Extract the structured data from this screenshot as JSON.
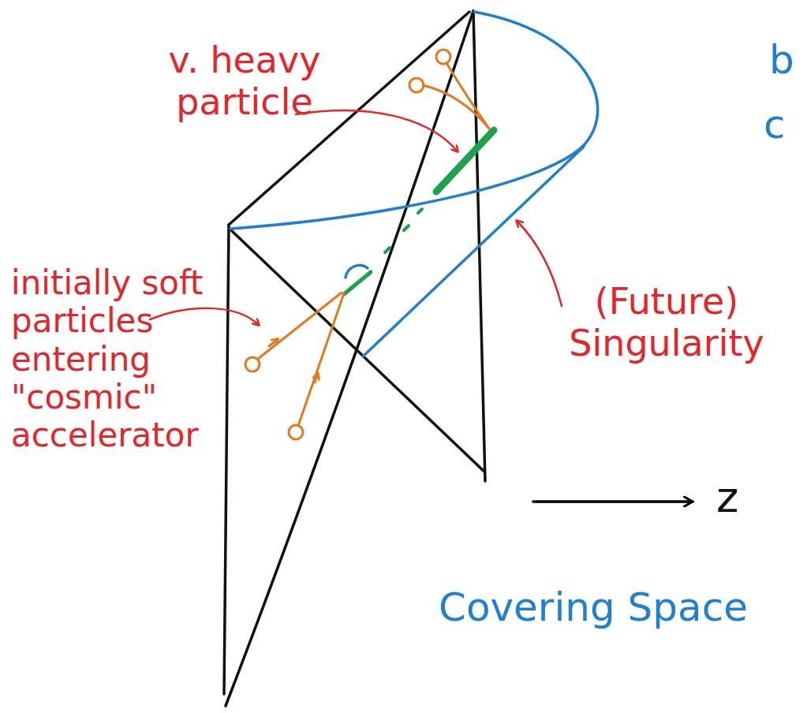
{
  "diagram": {
    "labels": [
      "v. heavy particle",
      "initially soft particles entering \"cosmic\" accelerator",
      "(Future) Singularity",
      "z",
      "Covering Space",
      "b",
      "c"
    ]
  }
}
